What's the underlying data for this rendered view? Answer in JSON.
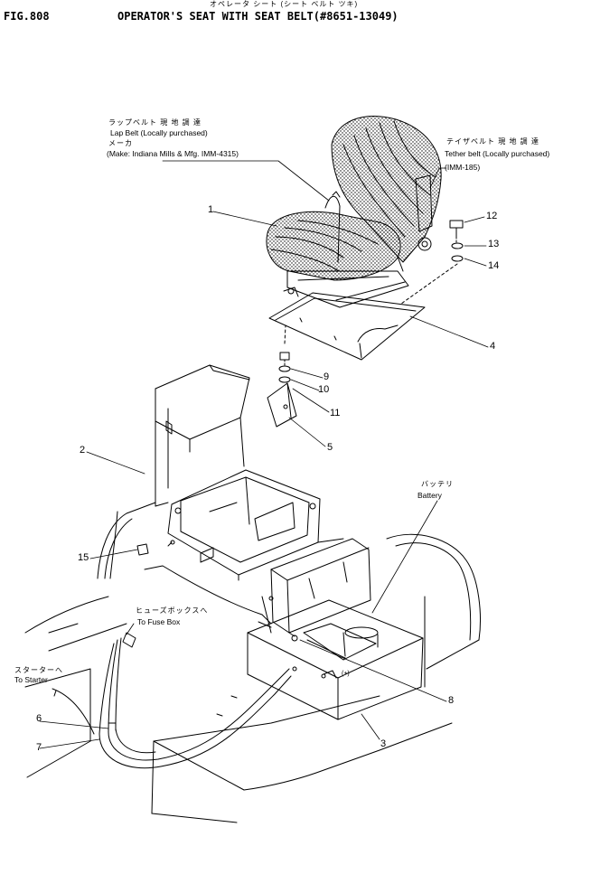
{
  "header": {
    "fig_id": "FIG.808",
    "title_jp": "オペレータ シート (シート ベルト ツキ)",
    "title": "OPERATOR'S SEAT WITH SEAT BELT(#8651-13049)"
  },
  "annotations": {
    "lap_belt_jp": "ラップベルト 現 地 調 達",
    "lap_belt": "Lap Belt (Locally purchased)",
    "maker_jp": "メーカ",
    "maker": "(Make: Indiana Mills & Mfg. IMM-4315)",
    "tether_jp": "テイザベルト 現 地 調 達",
    "tether": "Tether belt (Locally purchased)",
    "tether_code": "(IMM-185)",
    "battery_jp": "バッテリ",
    "battery": "Battery",
    "fuse_jp": "ヒューズボックスへ",
    "fuse": "To Fuse Box",
    "starter_jp": "スターターへ",
    "starter": "To Starter",
    "terminal": "(+)"
  },
  "callouts": [
    "1",
    "2",
    "3",
    "4",
    "5",
    "6",
    "7",
    "8",
    "9",
    "10",
    "11",
    "12",
    "13",
    "14",
    "15"
  ],
  "colors": {
    "ink": "#000000",
    "paper": "#ffffff"
  }
}
